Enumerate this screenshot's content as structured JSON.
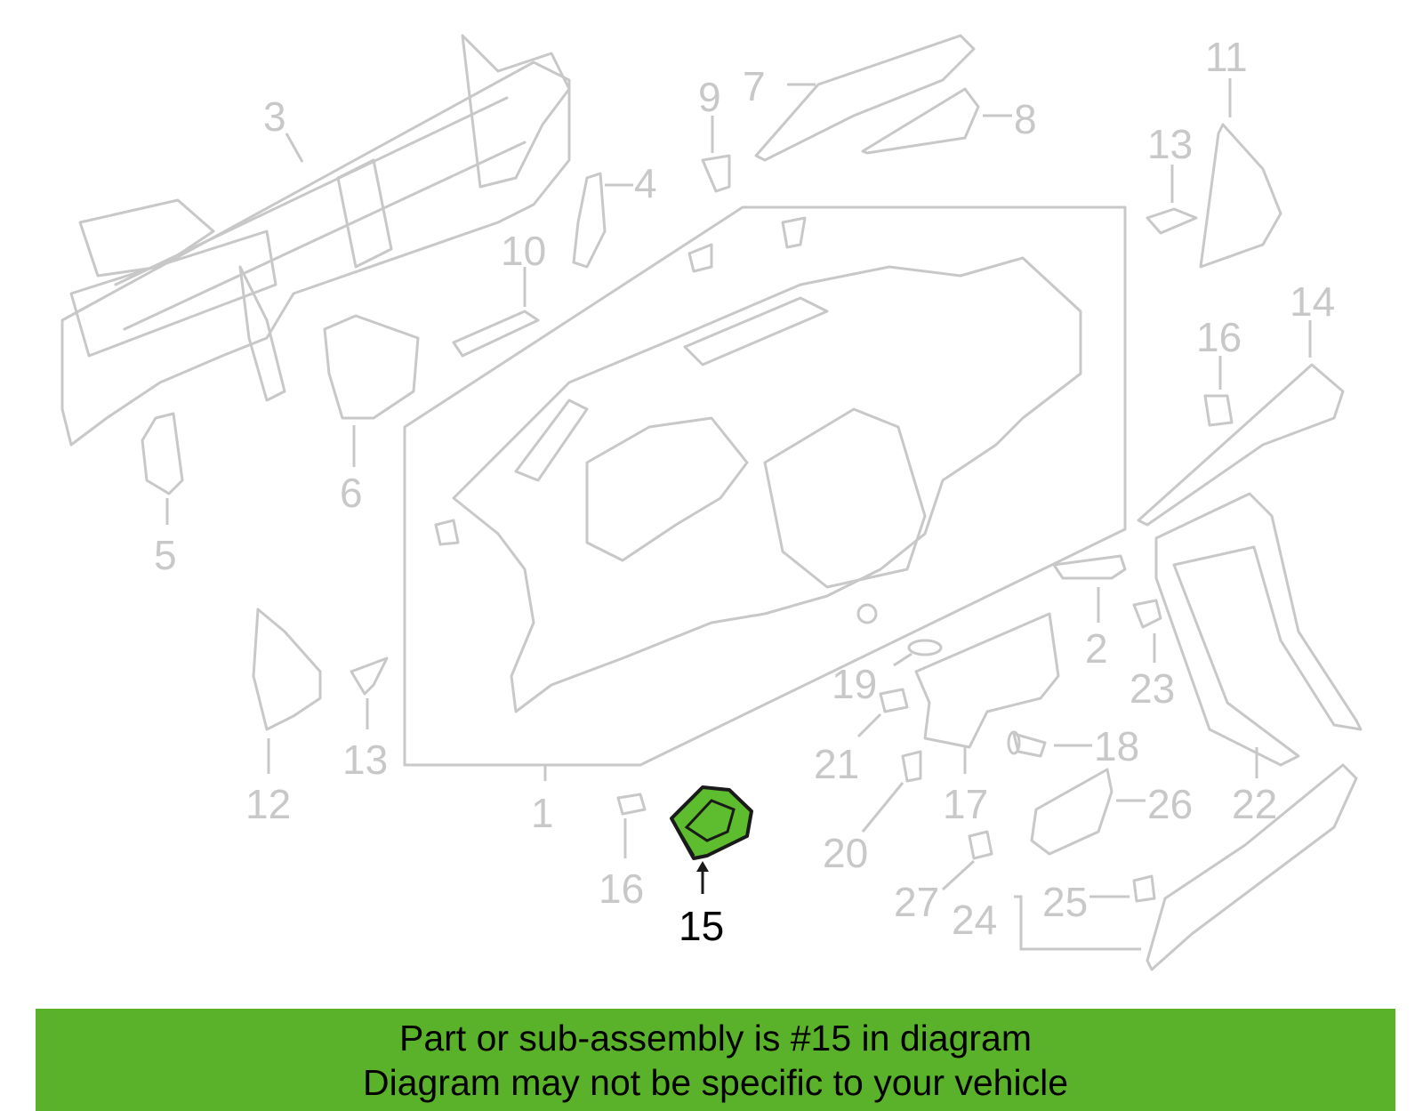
{
  "diagram": {
    "highlight_color": "#5ebd2e",
    "line_color": "#c8c8c8",
    "callouts": {
      "c1": "1",
      "c2": "2",
      "c3": "3",
      "c4": "4",
      "c5": "5",
      "c6": "6",
      "c7": "7",
      "c8": "8",
      "c9": "9",
      "c10": "10",
      "c11": "11",
      "c12": "12",
      "c13a": "13",
      "c13b": "13",
      "c14": "14",
      "c15": "15",
      "c16a": "16",
      "c16b": "16",
      "c17": "17",
      "c18": "18",
      "c19": "19",
      "c20": "20",
      "c21": "21",
      "c22": "22",
      "c23": "23",
      "c24": "24",
      "c25": "25",
      "c26": "26",
      "c27": "27"
    }
  },
  "banner": {
    "color": "#5ab22a",
    "line1": "Part or sub-assembly is #15 in diagram",
    "line2": "Diagram may not be specific to your vehicle"
  }
}
